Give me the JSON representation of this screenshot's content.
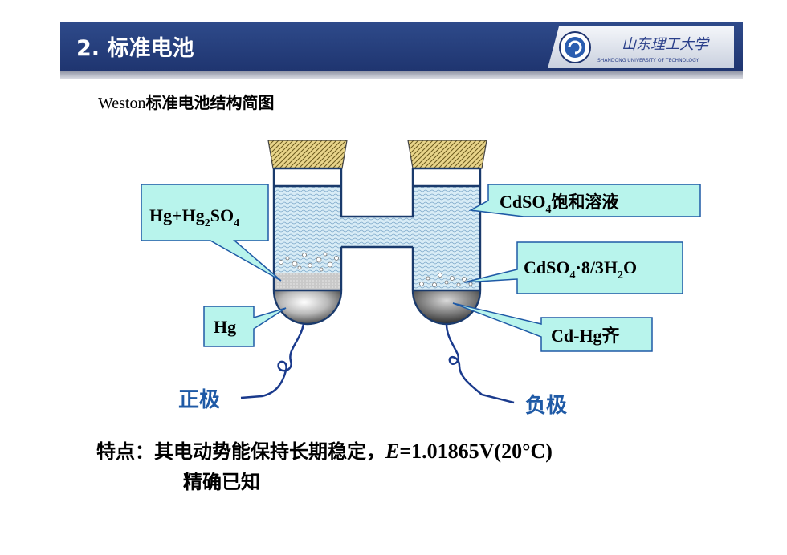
{
  "header": {
    "title": "2. 标准电池"
  },
  "logo": {
    "name_cn": "山东理工大学",
    "name_en": "SHANDONG UNIVERSITY OF TECHNOLOGY"
  },
  "diagram": {
    "title_prefix": "Weston",
    "title_suffix": "标准电池结构简图",
    "labels": {
      "hg_hg2so4": {
        "base1": "Hg+Hg",
        "sub1": "2",
        "base2": "SO",
        "sub2": "4"
      },
      "cdso4_sat": {
        "base": "CdSO",
        "sub": "4",
        "suffix": "饱和溶液"
      },
      "cdso4_hydrate": {
        "base": "CdSO",
        "sub1": "4",
        "mid": "·8/3H",
        "sub2": "2",
        "suffix": "O"
      },
      "hg": "Hg",
      "cd_hg": "Cd-Hg齐",
      "positive": "正极",
      "negative": "负极"
    },
    "colors": {
      "label_fill": "#b8f4ec",
      "pole_text": "#1f5aa6",
      "wire": "#1a3a8c"
    }
  },
  "feature": {
    "prefix": "特点：其电动势能保持长期稳定，",
    "e_symbol": "E",
    "value": "=1.01865V(20°C)",
    "line2": "精确已知"
  }
}
